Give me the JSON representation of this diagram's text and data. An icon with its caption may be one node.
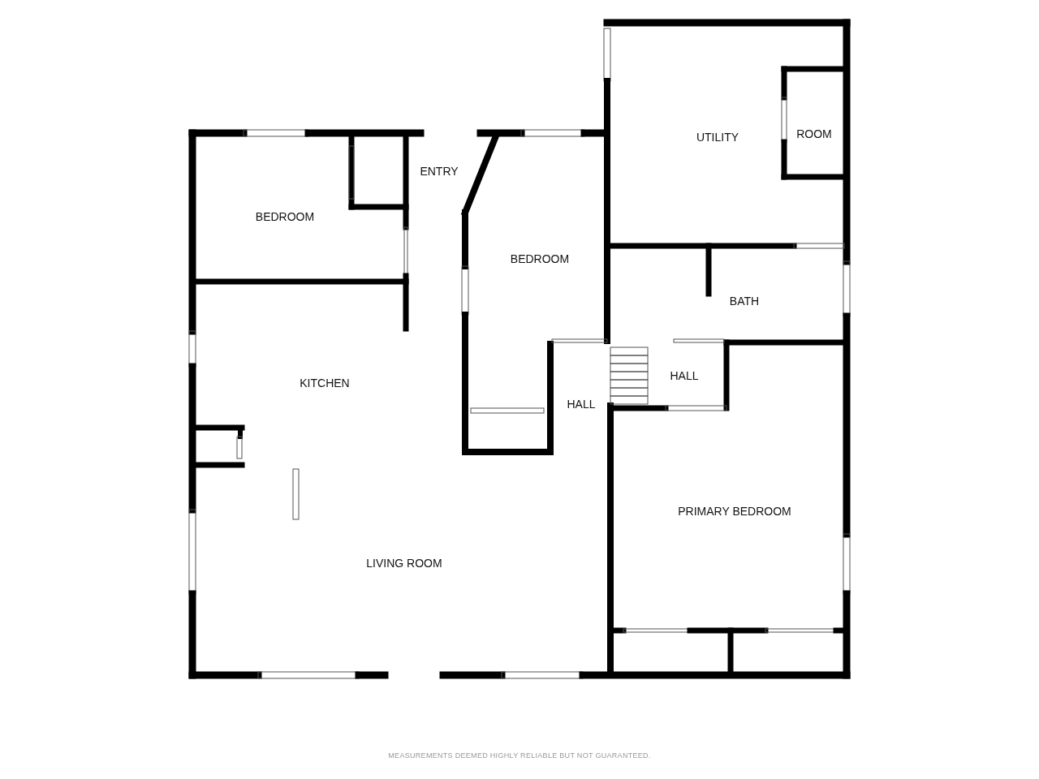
{
  "diagram": {
    "caption": "MEASUREMENTS DEEMED HIGHLY RELIABLE BUT NOT GUARANTEED.",
    "nodes": [
      {
        "text": [
          "UTILITY"
        ]
      },
      {
        "text": [
          "ROOM"
        ],
        "in": 0
      },
      {
        "text": [
          "ENTRY"
        ]
      },
      {
        "text": [
          "BEDROOM"
        ]
      },
      {
        "text": [
          "BEDROOM"
        ]
      },
      {
        "text": [
          "BATH"
        ]
      },
      {
        "text": [
          "HALL"
        ]
      },
      {
        "text": [
          "KITCHEN"
        ]
      },
      {
        "text": [
          "HALL"
        ]
      },
      {
        "text": [
          "PRIMARY BEDROOM"
        ]
      },
      {
        "text": [
          "LIVING ROOM"
        ]
      }
    ],
    "edges": []
  }
}
